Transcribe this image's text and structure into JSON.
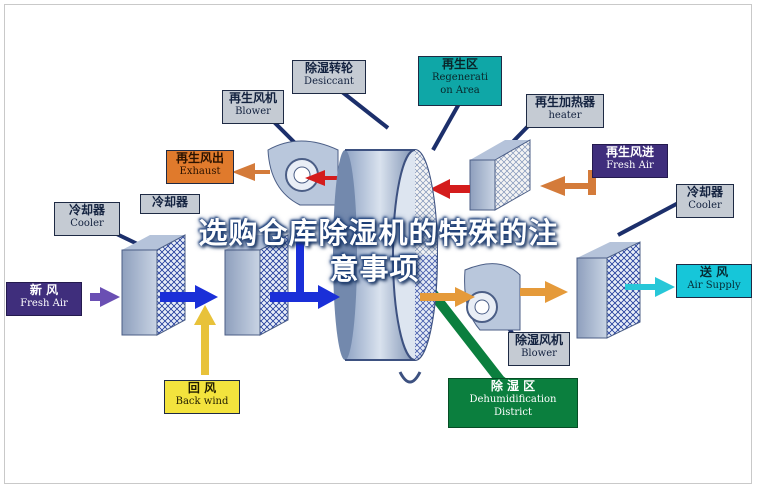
{
  "labels": {
    "desiccant": {
      "cn": "除湿转轮",
      "en": "Desiccant"
    },
    "regen_area": {
      "cn": "再生区",
      "en1": "Regenerati",
      "en2": "on Area"
    },
    "regen_blower": {
      "cn": "再生风机",
      "en": "Blower"
    },
    "regen_heater": {
      "cn": "再生加热器",
      "en": "heater"
    },
    "exhaust": {
      "cn": "再生风出",
      "en": "Exhaust"
    },
    "regen_fresh_air": {
      "cn": "再生风进",
      "en": "Fresh Air"
    },
    "cooler_left": {
      "cn": "冷却器",
      "en": "Cooler"
    },
    "cooler_mid": {
      "cn": "冷却器"
    },
    "cooler_right": {
      "cn": "冷却器",
      "en": "Cooler"
    },
    "fresh_air": {
      "cn": "新 风",
      "en": "Fresh Air"
    },
    "supply_air": {
      "cn": "送 风",
      "en": "Air Supply"
    },
    "back_wind": {
      "cn": "回 风",
      "en": "Back wind"
    },
    "dehum_blower": {
      "cn": "除湿风机",
      "en": "Blower"
    },
    "dehum_district": {
      "cn": "除 湿 区",
      "en1": "Dehumidification",
      "en2": "District"
    }
  },
  "overlay_title": {
    "line1": "选购仓库除湿机的特殊的注",
    "line2": "意事项"
  },
  "colors": {
    "label_gray": "#c5cbd3",
    "exhaust_orange": "#e07a2c",
    "fresh_air_purple": "#3f2e7c",
    "supply_cyan": "#16c6d9",
    "back_wind_yellow": "#f3e33d",
    "dehum_green": "#0b7f3e",
    "airflow_blue": "#1a2fd8",
    "regen_red": "#d41c1c"
  }
}
